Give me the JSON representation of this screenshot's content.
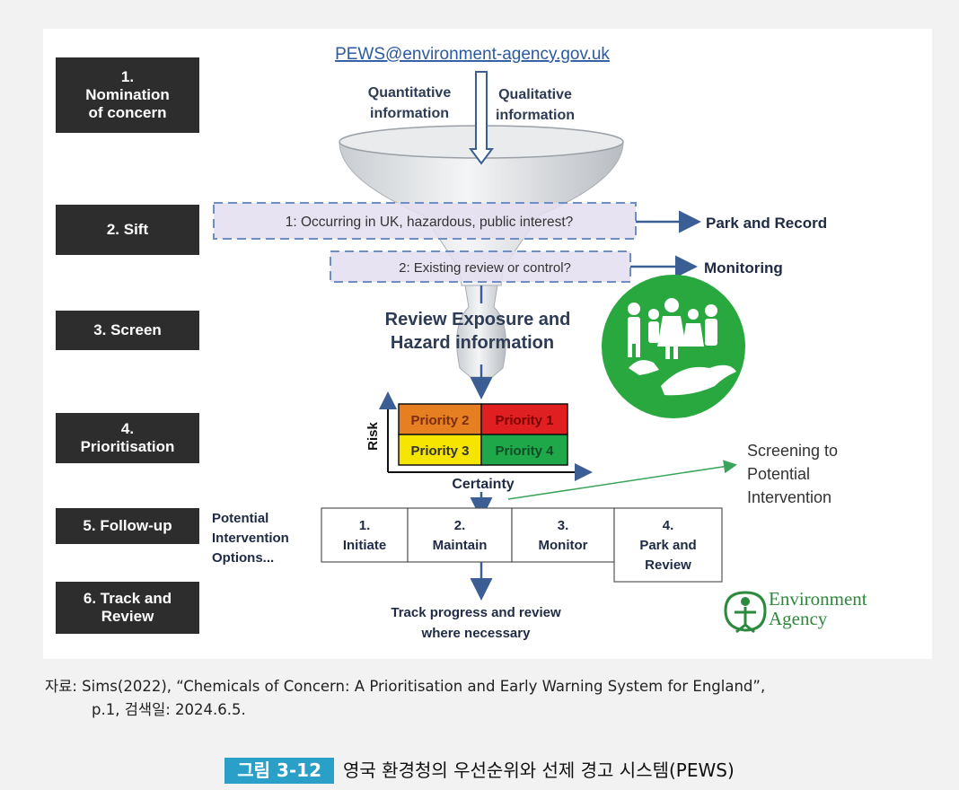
{
  "diagram": {
    "email": "PEWS@environment-agency.gov.uk",
    "stages": [
      "1.\nNomination\nof concern",
      "2. Sift",
      "3. Screen",
      "4.\nPrioritisation",
      "5. Follow-up",
      "6. Track and\nReview"
    ],
    "inputs": {
      "quantitative": [
        "Quantitative",
        "information"
      ],
      "qualitative": [
        "Qualitative",
        "information"
      ]
    },
    "sift": {
      "q1": "1: Occurring in UK, hazardous, public interest?",
      "q1_outcome": "Park and Record",
      "q2": "2: Existing review or control?",
      "q2_outcome": "Monitoring"
    },
    "screen": [
      "Review Exposure and",
      "Hazard information"
    ],
    "matrix": {
      "y_axis": "Risk",
      "x_axis": "Certainty",
      "cells": [
        "Priority 2",
        "Priority 1",
        "Priority 3",
        "Priority 4"
      ],
      "colors": [
        "#e67e22",
        "#e02020",
        "#f5e500",
        "#1fa84a"
      ]
    },
    "screening_note": [
      "Screening to",
      "Potential",
      "Intervention"
    ],
    "followup": {
      "lead": [
        "Potential",
        "Intervention",
        "Options..."
      ],
      "options": [
        [
          "1.",
          "Initiate"
        ],
        [
          "2.",
          "Maintain"
        ],
        [
          "3.",
          "Monitor"
        ],
        [
          "4.",
          "Park and",
          "Review"
        ]
      ]
    },
    "track": [
      "Track progress and review",
      "where necessary"
    ],
    "logo": [
      "Environment",
      "Agency"
    ],
    "colors": {
      "arrow": "#3b5e94",
      "dashed_border": "#6f8fc4",
      "dashed_fill": "#e4def0",
      "logo_green": "#2d8a3c",
      "circle_green": "#2aa840"
    }
  },
  "caption": {
    "source_line1": "자료: Sims(2022), “Chemicals of Concern: A Prioritisation and Early Warning System for England”,",
    "source_line2": "p.1, 검색일: 2024.6.5.",
    "figure_label": "그림 3-12",
    "figure_title": "영국 환경청의 우선순위와 선제 경고 시스템(PEWS)"
  }
}
